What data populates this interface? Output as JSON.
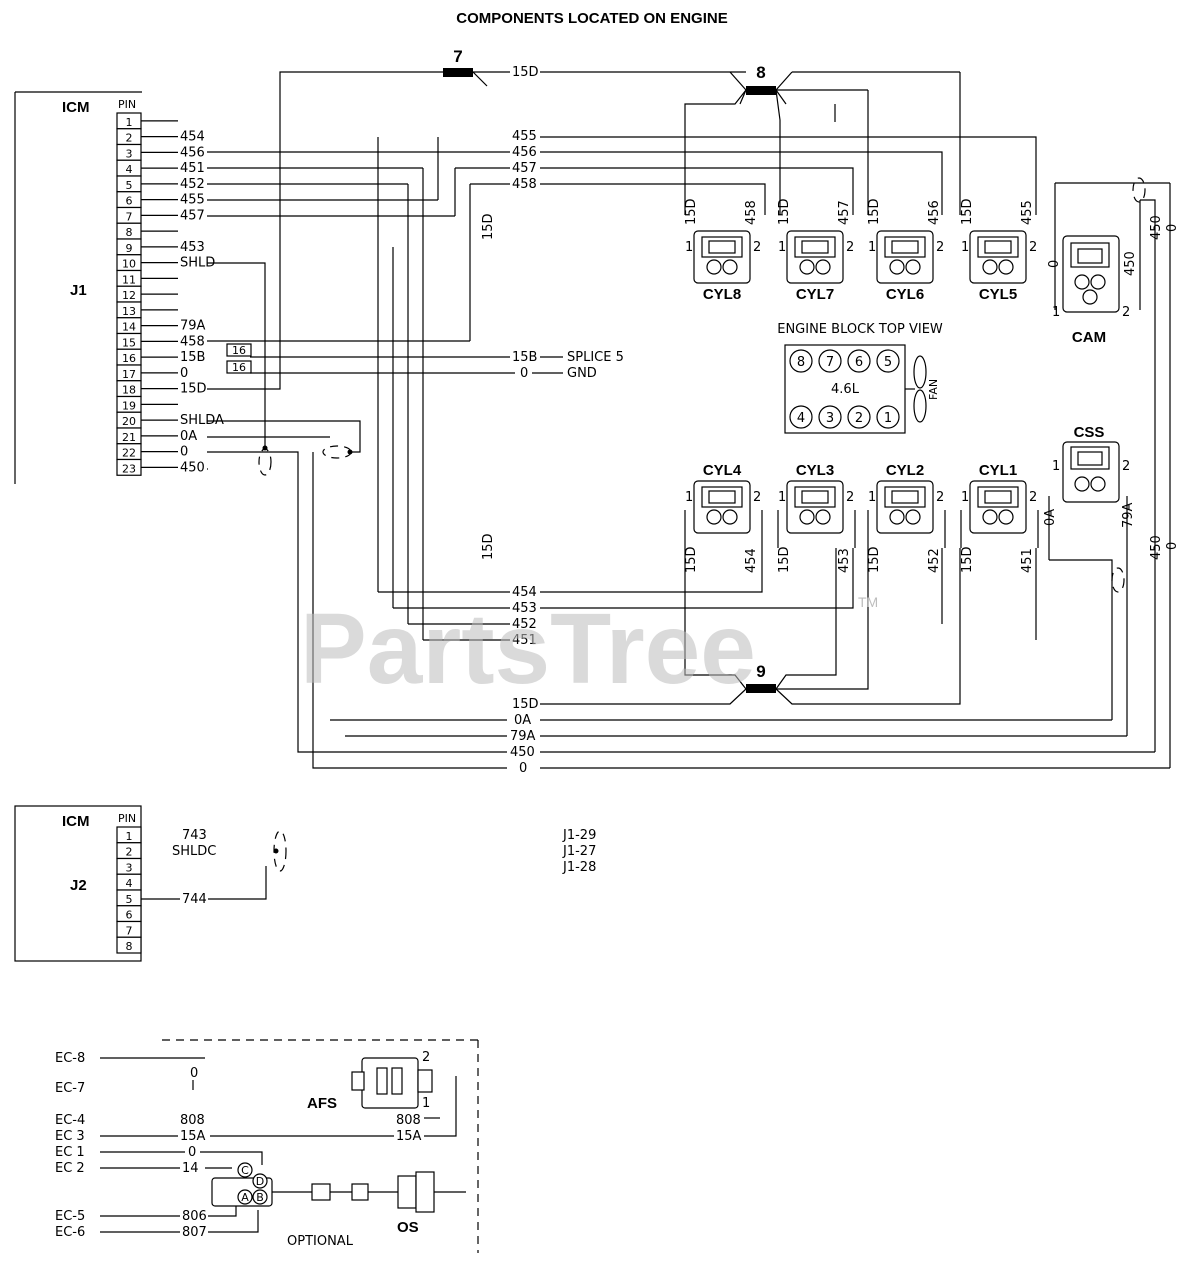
{
  "title": "COMPONENTS LOCATED ON ENGINE",
  "watermark": "PartsTree",
  "watermark_tm": "TM",
  "pin_header": "PIN",
  "j1": {
    "module": "ICM",
    "connector": "J1",
    "pins": [
      "1",
      "2",
      "3",
      "4",
      "5",
      "6",
      "7",
      "8",
      "9",
      "10",
      "11",
      "12",
      "13",
      "14",
      "15",
      "16",
      "17",
      "18",
      "19",
      "20",
      "21",
      "22",
      "23"
    ],
    "wires": {
      "2": "454",
      "3": "456",
      "4": "451",
      "5": "452",
      "6": "455",
      "7": "457",
      "9": "453",
      "10": "SHLD",
      "14": "79A",
      "15": "458",
      "16": "15B",
      "17": "0",
      "18": "15D",
      "20": "SHLDA",
      "21": "0A",
      "22": "0",
      "23": "450"
    },
    "tag_16": "16",
    "tag_17": "16"
  },
  "splices": {
    "s7": "7",
    "s8": "8",
    "s9": "9"
  },
  "top_labels": {
    "w15d_top": "15D",
    "w455": "455",
    "w456": "456",
    "w457": "457",
    "w458": "458",
    "w15d_mid": "15D"
  },
  "splice_line": {
    "w15b": "15B",
    "splice": "SPLICE 5",
    "w0": "0",
    "gnd": "GND"
  },
  "coils_top": [
    {
      "name": "CYL8",
      "left": "15D",
      "right": "458"
    },
    {
      "name": "CYL7",
      "left": "",
      "right": "457"
    },
    {
      "name": "CYL6",
      "left": "15D",
      "right": "456"
    },
    {
      "name": "CYL5",
      "left": "15D",
      "right": "455"
    }
  ],
  "coils_top_cyl7_left": "15D",
  "coils_bottom": [
    {
      "name": "CYL4",
      "left": "15D",
      "right": "454"
    },
    {
      "name": "CYL3",
      "left": "15D",
      "right": "453"
    },
    {
      "name": "CYL2",
      "left": "15D",
      "right": "452"
    },
    {
      "name": "CYL1",
      "left": "15D",
      "right": "451"
    }
  ],
  "pin_numbers": {
    "one": "1",
    "two": "2"
  },
  "cam": {
    "name": "CAM",
    "w0": "0",
    "w450": "450",
    "w450b": "450",
    "w0b": "0"
  },
  "css": {
    "name": "CSS",
    "w0a": "0A",
    "w79a": "79A",
    "w450c": "450",
    "w0c": "0"
  },
  "engine_block": {
    "caption": "ENGINE BLOCK TOP VIEW",
    "displacement": "4.6L",
    "fan": "FAN",
    "top_cyls": [
      "8",
      "7",
      "6",
      "5"
    ],
    "bottom_cyls": [
      "4",
      "3",
      "2",
      "1"
    ]
  },
  "mid_labels": {
    "w15d_low": "15D"
  },
  "bottom_bus": {
    "w454": "454",
    "w453": "453",
    "w452": "452",
    "w451": "451",
    "w15d": "15D",
    "w0a": "0A",
    "w79a": "79A",
    "w450": "450",
    "w0": "0"
  },
  "j2": {
    "module": "ICM",
    "connector": "J2",
    "pins": [
      "1",
      "2",
      "3",
      "4",
      "5",
      "6",
      "7",
      "8"
    ],
    "wires": {
      "1": "743",
      "2": "SHLDC",
      "5": "744"
    }
  },
  "j1_refs": [
    "J1-29",
    "J1-27",
    "J1-28"
  ],
  "ec": {
    "labels": {
      "ec8": "EC-8",
      "ec7": "EC-7",
      "ec4": "EC-4",
      "ec3": "EC 3",
      "ec1": "EC 1",
      "ec2": "EC 2",
      "ec5": "EC-5",
      "ec6": "EC-6"
    },
    "wires": {
      "w0": "0",
      "w808": "808",
      "w808b": "808",
      "w15a": "15A",
      "w15ab": "15A",
      "w0b": "0",
      "w14": "14",
      "w806": "806",
      "w807": "807"
    },
    "afs": "AFS",
    "os": "OS",
    "optional": "OPTIONAL",
    "afs_pin1": "1",
    "afs_pin2": "2",
    "plug": {
      "c": "C",
      "d": "D",
      "a": "A",
      "b": "B"
    }
  }
}
